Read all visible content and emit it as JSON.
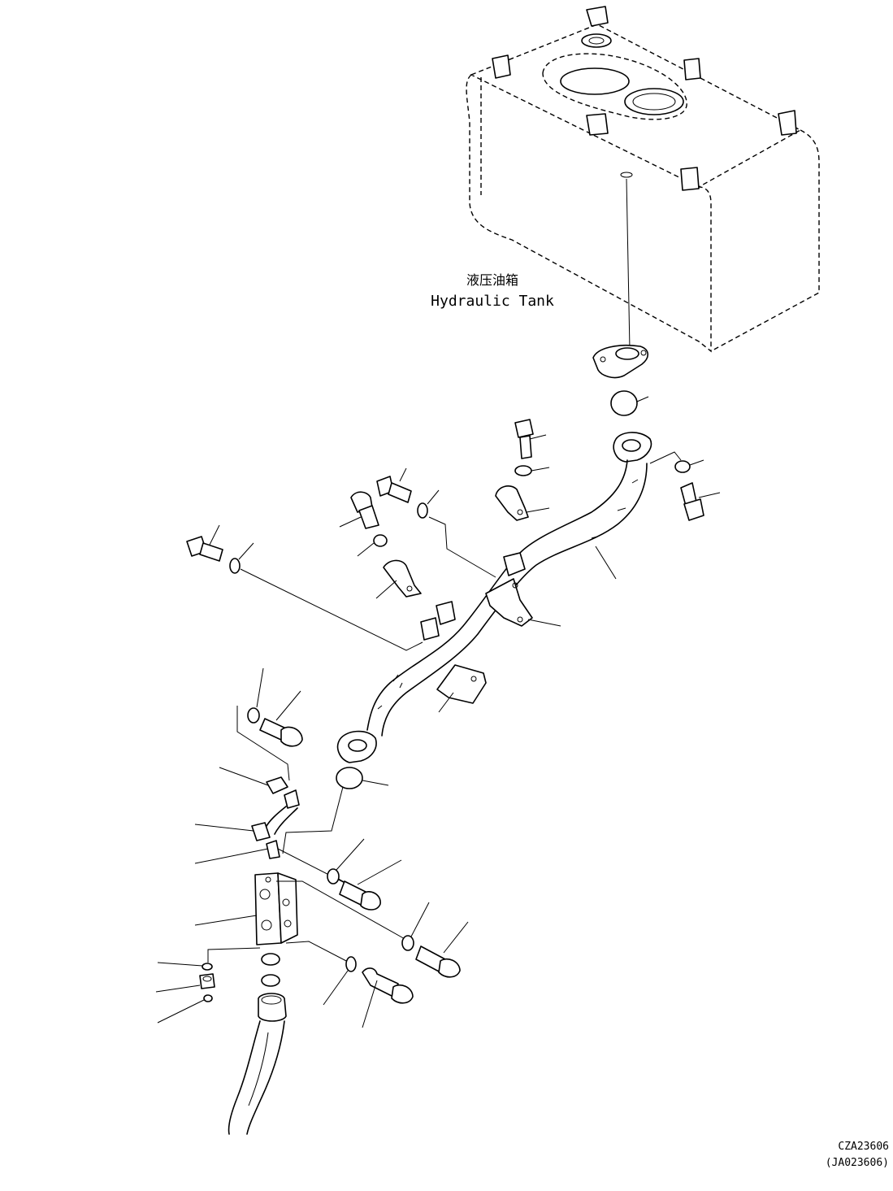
{
  "labels": {
    "tank_zh": "液压油箱",
    "tank_en": "Hydraulic Tank"
  },
  "drawing_codes": {
    "primary": "CZA23606",
    "secondary": "(JA023606)"
  },
  "colors": {
    "line": "#000000",
    "background": "#ffffff"
  }
}
